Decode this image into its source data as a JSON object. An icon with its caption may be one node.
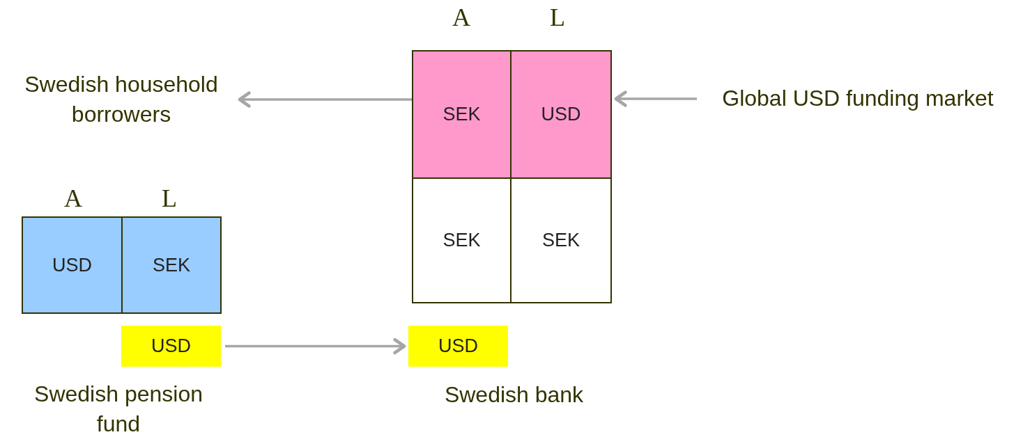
{
  "diagram": {
    "nodes": [
      {
        "text": [
          "Swedish household borrowers"
        ]
      },
      {
        "text": [
          "SEK"
        ]
      },
      {
        "text": [
          "USD"
        ]
      },
      {
        "text": [
          "Global USD funding market"
        ]
      },
      {
        "text": [
          "SEK"
        ]
      },
      {
        "text": [
          "SEK"
        ]
      },
      {
        "text": [
          "USD"
        ]
      },
      {
        "text": [
          "SEK"
        ]
      },
      {
        "text": [
          "USD"
        ]
      },
      {
        "text": [
          "USD"
        ]
      }
    ],
    "edges": [
      {
        "from": 1,
        "to": 0,
        "arrow": "to"
      },
      {
        "from": 3,
        "to": 2,
        "arrow": "to"
      },
      {
        "from": 8,
        "to": 9,
        "arrow": "to"
      }
    ],
    "labels": [
      "A",
      "L",
      "A",
      "L",
      "Swedish pension fund",
      "Swedish bank"
    ]
  }
}
